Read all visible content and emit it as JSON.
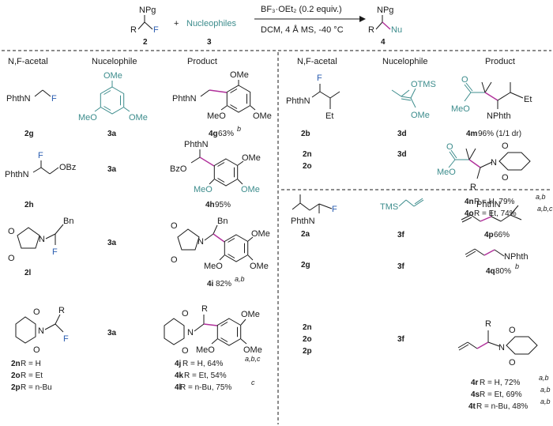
{
  "colors": {
    "nucleophile": "#3c8c8c",
    "new_bond": "#b0309a",
    "fluorine": "#2a5db0",
    "text": "#1a1a1a"
  },
  "scheme": {
    "npg": "NPg",
    "r": "R",
    "f": "F",
    "num2": "2",
    "plus": "+",
    "nucleophiles": "Nucleophiles",
    "num3": "3",
    "reagent": "BF₃·OEt₂ (0.2 equiv.)",
    "conditions": "DCM, 4 Å MS, -40 °C",
    "nu": "Nu",
    "num4": "4"
  },
  "headers": {
    "col1": "N,F-acetal",
    "col2": "Nucelophile",
    "col3": "Product"
  },
  "labels": {
    "PhthN": "PhthN",
    "NPhth": "NPhth",
    "F": "F",
    "OMe": "OMe",
    "MeO": "MeO",
    "OBz": "OBz",
    "BzO": "BzO",
    "Bn": "Bn",
    "N": "N",
    "R": "R",
    "Et": "Et",
    "OTMS": "OTMS",
    "TMS": "TMS",
    "O": "O"
  },
  "rows": {
    "r1": {
      "acetal": "2g",
      "nuc": "3a",
      "prod": "4g",
      "yield": " 63%",
      "sup": "b"
    },
    "r2": {
      "acetal": "2h",
      "nuc": "3a",
      "prod": "4h",
      "yield": " 95%"
    },
    "r3": {
      "acetal": "2l",
      "nuc": "3a",
      "prod": "4i",
      "yield": " 82%",
      "sup": "a,b"
    },
    "r4": {
      "acetal_n": "2n",
      "acetal_n_r": " R = H",
      "acetal_o": "2o",
      "acetal_o_r": " R = Et",
      "acetal_p": "2p",
      "acetal_p_r": " R = n-Bu",
      "nuc": "3a",
      "p1": "4j",
      "p1_text": " R = H, 64%",
      "p1_sup": "a,b,c",
      "p2": "4k",
      "p2_text": " R = Et, 54%",
      "p3": "4l",
      "p3_text": " R = n-Bu, 75%",
      "p3_sup": "c"
    },
    "r5": {
      "acetal": "2b",
      "nuc": "3d",
      "prod": "4m",
      "yield": " 96% (1/1 dr)"
    },
    "r6": {
      "acetal_n": "2n",
      "acetal_o": "2o",
      "nuc": "3d",
      "p1": "4n",
      "p1_text": " R = H, 79%",
      "p1_sup": "a,b",
      "p2": "4o",
      "p2_text": " R = Et, 74%",
      "p2_sup": "a,b,c"
    },
    "r7": {
      "acetal": "2a",
      "nuc": "3f",
      "prod": "4p",
      "yield": " 66%"
    },
    "r8": {
      "acetal": "2g",
      "nuc": "3f",
      "prod": "4q",
      "yield": " 80%",
      "sup": "b"
    },
    "r9": {
      "acetal_n": "2n",
      "acetal_o": "2o",
      "acetal_p": "2p",
      "nuc": "3f",
      "p1": "4r",
      "p1_text": " R = H, 72%",
      "p1_sup": "a,b",
      "p2": "4s",
      "p2_text": " R = Et, 69%",
      "p2_sup": "a,b",
      "p3": "4t",
      "p3_text": " R =  n-Bu, 48%",
      "p3_sup": "a,b"
    }
  }
}
